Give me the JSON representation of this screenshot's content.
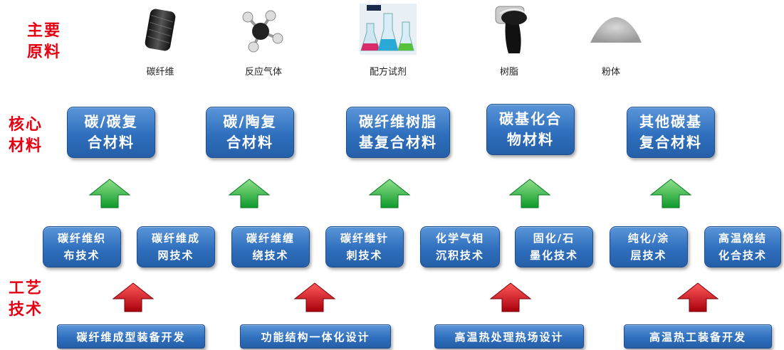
{
  "side_labels": {
    "materials": "主要\n原料",
    "core": "核心\n材料",
    "process": "工艺\n技术"
  },
  "raw_materials": [
    {
      "label": "碳纤维",
      "icon": "fiber-spool-icon"
    },
    {
      "label": "反应气体",
      "icon": "molecule-icon"
    },
    {
      "label": "配方试剂",
      "icon": "flasks-icon"
    },
    {
      "label": "树脂",
      "icon": "resin-pour-icon"
    },
    {
      "label": "粉体",
      "icon": "powder-icon"
    }
  ],
  "core_materials": [
    "碳/碳复\n合材料",
    "碳/陶复\n合材料",
    "碳纤维树脂\n基复合材料",
    "碳基化合\n物材料",
    "其他碳基\n复合材料"
  ],
  "technologies": [
    "碳纤维织\n布技术",
    "碳纤维成\n网技术",
    "碳纤维缠\n绕技术",
    "碳纤维针\n刺技术",
    "化学气相\n沉积技术",
    "固化/石\n墨化技术",
    "纯化/涂\n层技术",
    "高温烧结\n化合技术"
  ],
  "equipment": [
    "碳纤维成型装备开发",
    "功能结构一体化设计",
    "高温热处理热场设计",
    "高温热工装备开发"
  ],
  "colors": {
    "side_label": "#e60012",
    "box": "#2f6fbd",
    "up_arrow_green": "#22b14c",
    "up_arrow_red": "#d0101a"
  }
}
